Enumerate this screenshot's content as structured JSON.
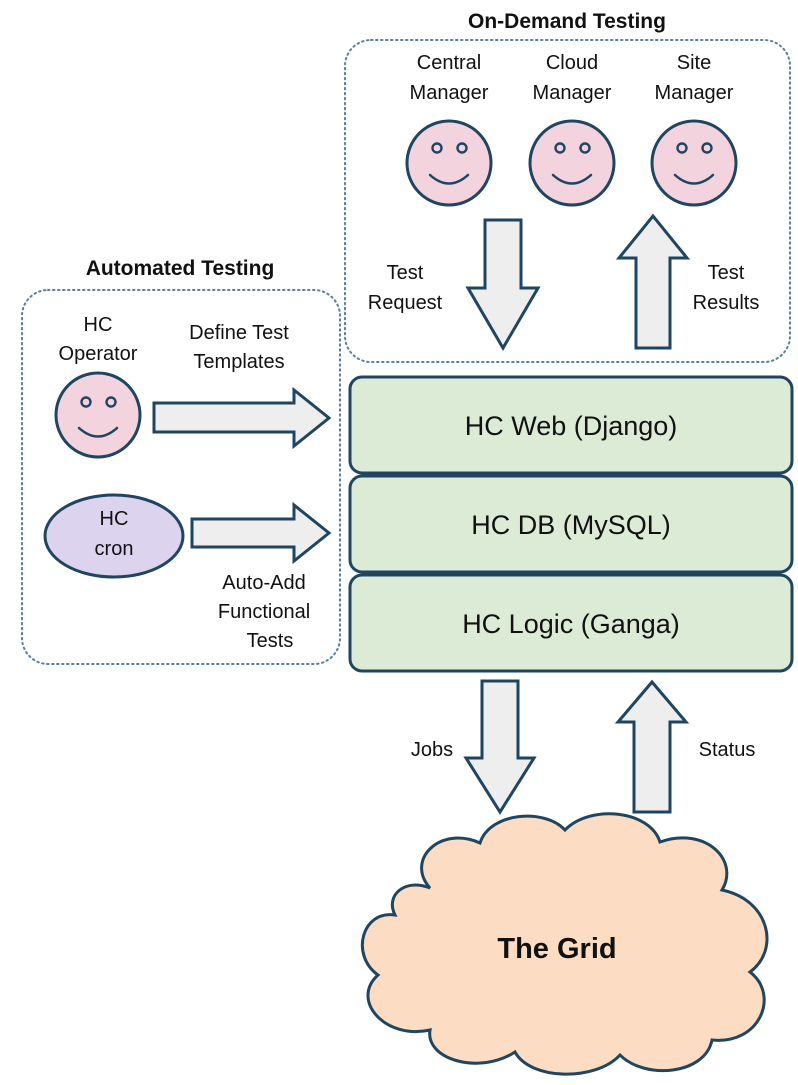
{
  "on_demand": {
    "title": "On-Demand Testing",
    "roles": [
      {
        "line1": "Central",
        "line2": "Manager"
      },
      {
        "line1": "Cloud",
        "line2": "Manager"
      },
      {
        "line1": "Site",
        "line2": "Manager"
      }
    ],
    "test_request": {
      "line1": "Test",
      "line2": "Request"
    },
    "test_results": {
      "line1": "Test",
      "line2": "Results"
    }
  },
  "automated": {
    "title": "Automated Testing",
    "operator": {
      "line1": "HC",
      "line2": "Operator"
    },
    "define_templates": {
      "line1": "Define Test",
      "line2": "Templates"
    },
    "cron": {
      "line1": "HC",
      "line2": "cron"
    },
    "auto_add": {
      "line1": "Auto-Add",
      "line2": "Functional",
      "line3": "Tests"
    }
  },
  "stack": {
    "web": "HC Web (Django)",
    "db": "HC DB (MySQL)",
    "logic": "HC Logic (Ganga)"
  },
  "grid_link": {
    "jobs": "Jobs",
    "status": "Status"
  },
  "grid": {
    "label": "The Grid"
  },
  "colors": {
    "face_fill": "#f2d3de",
    "cron_fill": "#dcd3ef",
    "layer_fill": "#dcebd6",
    "cloud_fill": "#fcdcc2",
    "arrow_fill": "#eeeeee",
    "outline": "#1f4560",
    "dotted_border": "#5a7fa0"
  }
}
